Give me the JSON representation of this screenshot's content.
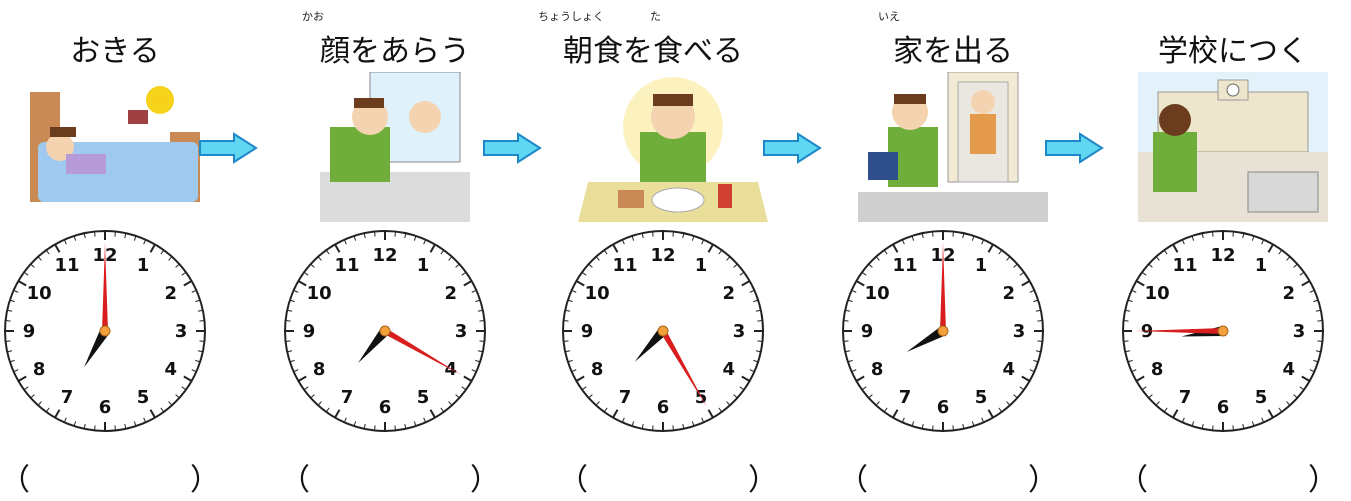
{
  "steps": [
    {
      "title": "おきる",
      "ruby": [],
      "hour": 7,
      "minute": 0,
      "answer_open": "（",
      "answer_close": "）"
    },
    {
      "title": "顔をあらう",
      "ruby": [
        {
          "text": "かお",
          "offset": 0
        }
      ],
      "hour": 7,
      "minute": 20,
      "answer_open": "（",
      "answer_close": "）"
    },
    {
      "title": "朝食を食べる",
      "ruby": [
        {
          "text": "ちょうしょく",
          "offset": 0
        },
        {
          "text": "た",
          "offset": 3
        }
      ],
      "hour": 7,
      "minute": 25,
      "answer_open": "（",
      "answer_close": "）"
    },
    {
      "title": "家を出る",
      "ruby": [
        {
          "text": "いえ",
          "offset": 0
        }
      ],
      "hour": 8,
      "minute": 0,
      "answer_open": "（",
      "answer_close": "）"
    },
    {
      "title": "学校につく",
      "ruby": [],
      "hour": 8,
      "minute": 45,
      "answer_open": "（",
      "answer_close": "）"
    }
  ],
  "clock_numbers": [
    "12",
    "1",
    "2",
    "3",
    "4",
    "5",
    "6",
    "7",
    "8",
    "9",
    "10",
    "11"
  ],
  "colors": {
    "arrow_fill": "#5fd6f2",
    "arrow_stroke": "#1f88c8",
    "minute_hand": "#d81e1e",
    "hour_hand": "#111111",
    "clock_center": "#f2a13a"
  },
  "illustrations": [
    "waking-up-in-bed",
    "washing-face",
    "eating-breakfast",
    "leaving-house",
    "arriving-at-school"
  ]
}
